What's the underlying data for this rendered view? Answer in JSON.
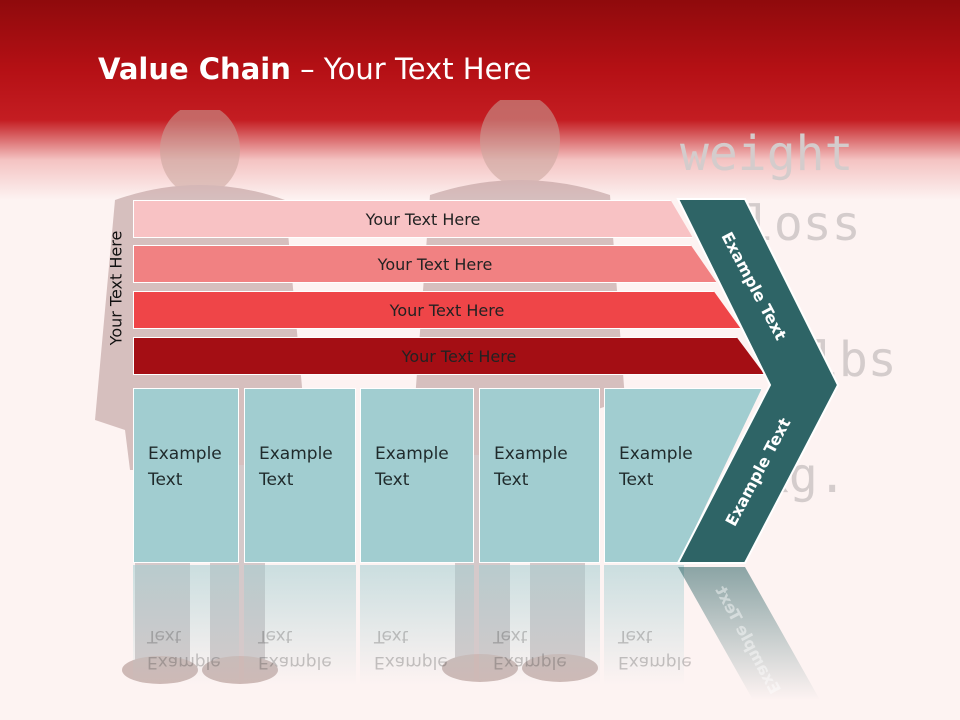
{
  "slide": {
    "title_bold": "Value Chain",
    "title_rest": " – Your Text Here"
  },
  "background": {
    "words": [
      "weight",
      "loss",
      "lbs",
      "kg."
    ]
  },
  "side_label": "Your Text Here",
  "bars": [
    {
      "label": "Your Text Here",
      "color": "#f8c2c4"
    },
    {
      "label": "Your Text Here",
      "color": "#f18182"
    },
    {
      "label": "Your Text Here",
      "color": "#ef4548"
    },
    {
      "label": "Your Text Here",
      "color": "#a40e14"
    }
  ],
  "boxes": [
    {
      "line1": "Example",
      "line2": "Text"
    },
    {
      "line1": "Example",
      "line2": "Text"
    },
    {
      "line1": "Example",
      "line2": "Text"
    },
    {
      "line1": "Example",
      "line2": "Text"
    },
    {
      "line1": "Example",
      "line2": "Text"
    }
  ],
  "chevron": {
    "upper_label": "Example Text",
    "lower_label": "Example Text",
    "color": "#2e6466"
  }
}
